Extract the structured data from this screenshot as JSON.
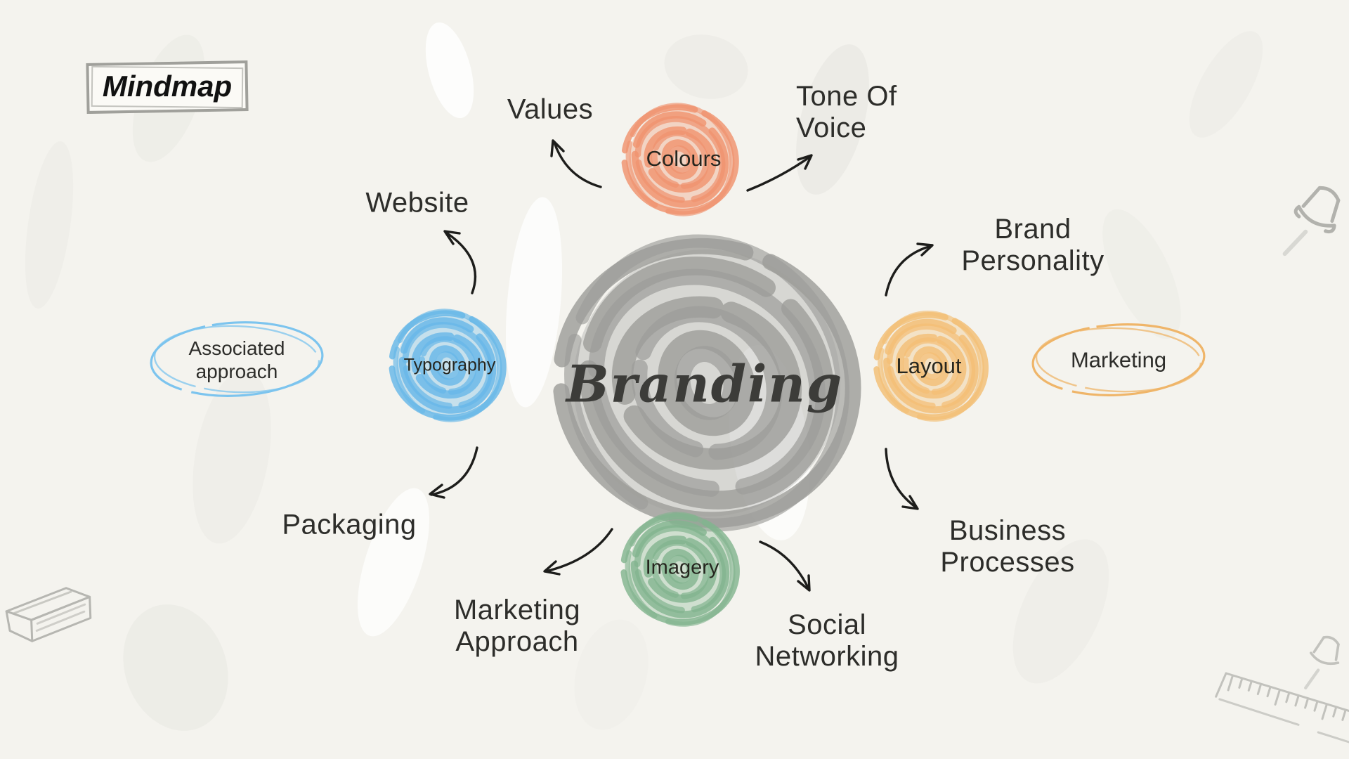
{
  "badge": {
    "label": "Mindmap"
  },
  "center_node": {
    "label": "Branding",
    "color": "#9d9d9a"
  },
  "nodes": {
    "colours": {
      "label": "Colours",
      "color": "#f0926e"
    },
    "typography": {
      "label": "Typography",
      "color": "#66b7e8"
    },
    "layout": {
      "label": "Layout",
      "color": "#f3be74"
    },
    "imagery": {
      "label": "Imagery",
      "color": "#82b48f"
    }
  },
  "branch_labels": {
    "values": {
      "text": "Values"
    },
    "tone_of_voice": {
      "line1": "Tone Of",
      "line2": "Voice"
    },
    "website": {
      "text": "Website"
    },
    "packaging": {
      "text": "Packaging"
    },
    "brand_personality": {
      "line1": "Brand",
      "line2": "Personality"
    },
    "business_processes": {
      "line1": "Business",
      "line2": "Processes"
    },
    "marketing_approach": {
      "line1": "Marketing",
      "line2": "Approach"
    },
    "social_networking": {
      "line1": "Social",
      "line2": "Networking"
    }
  },
  "oval_labels": {
    "associated_approach": {
      "line1": "Associated",
      "line2": "approach",
      "outline_color": "#7cc4ee"
    },
    "marketing": {
      "text": "Marketing",
      "outline_color": "#efb569"
    }
  },
  "icons": {
    "top_right": "pushpin-icon",
    "bottom_right_1": "pushpin-icon",
    "bottom_right_2": "ruler-icon",
    "bottom_left": "eraser-sketch-icon"
  },
  "colors": {
    "background": "#f4f3ee",
    "ink": "#1d1d1b",
    "label_text": "#2d2d2a",
    "sketch_gray": "#b5b5b0"
  }
}
